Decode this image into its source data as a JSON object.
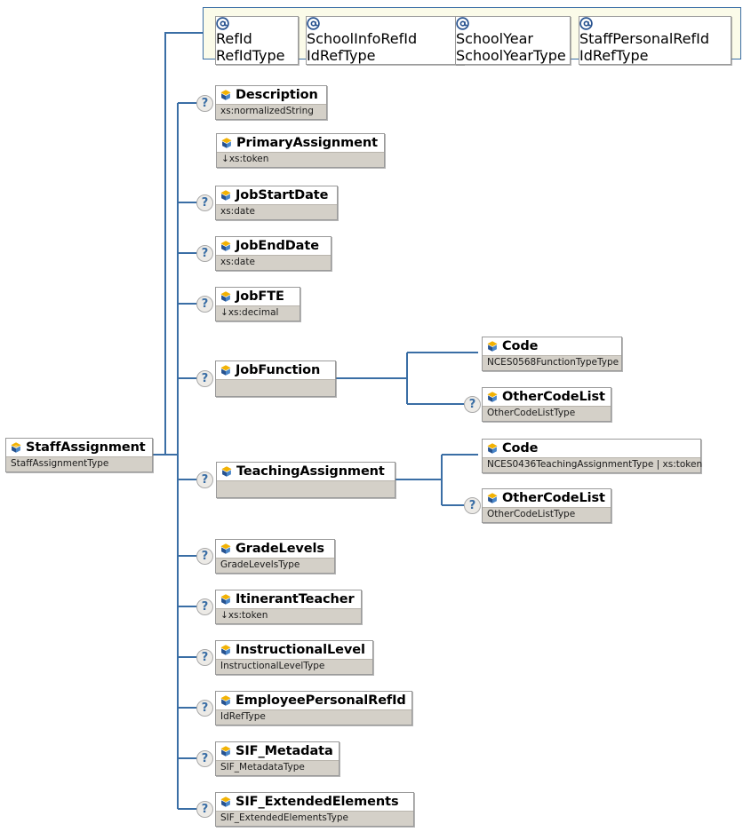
{
  "diagram": {
    "title": "StaffAssignment",
    "kind": "xml-schema-tree",
    "colors": {
      "connector": "#3a6ea5",
      "type_row": "#d4d0c8",
      "attr_container_bg": "#fbfbe9",
      "attr_container_border": "#3a6ea5",
      "optional_marker": "#3a6ea5"
    }
  },
  "root": {
    "name": "StaffAssignment",
    "type": "StaffAssignmentType",
    "icon": "element-icon",
    "optional": false
  },
  "attributes": {
    "container_name": "attribute-group",
    "items": [
      {
        "name": "RefId",
        "type": "RefIdType",
        "icon": "attribute-icon"
      },
      {
        "name": "SchoolInfoRefId",
        "type": "IdRefType",
        "icon": "attribute-icon"
      },
      {
        "name": "SchoolYear",
        "type": "SchoolYearType",
        "icon": "attribute-icon"
      },
      {
        "name": "StaffPersonalRefId",
        "type": "IdRefType",
        "icon": "attribute-icon"
      }
    ]
  },
  "elements": [
    {
      "name": "Description",
      "type": "xs:normalizedString",
      "icon": "element-icon",
      "optional": true,
      "restricted": false
    },
    {
      "name": "PrimaryAssignment",
      "type": "xs:token",
      "icon": "element-icon",
      "optional": false,
      "restricted": true
    },
    {
      "name": "JobStartDate",
      "type": "xs:date",
      "icon": "element-icon",
      "optional": true,
      "restricted": false
    },
    {
      "name": "JobEndDate",
      "type": "xs:date",
      "icon": "element-icon",
      "optional": true,
      "restricted": false
    },
    {
      "name": "JobFTE",
      "type": "xs:decimal",
      "icon": "element-icon",
      "optional": true,
      "restricted": true
    },
    {
      "name": "JobFunction",
      "type": "",
      "icon": "element-icon",
      "optional": true,
      "restricted": false
    },
    {
      "name": "TeachingAssignment",
      "type": "",
      "icon": "element-icon",
      "optional": true,
      "restricted": false
    },
    {
      "name": "GradeLevels",
      "type": "GradeLevelsType",
      "icon": "element-icon",
      "optional": true,
      "restricted": false
    },
    {
      "name": "ItinerantTeacher",
      "type": "xs:token",
      "icon": "element-icon",
      "optional": true,
      "restricted": true
    },
    {
      "name": "InstructionalLevel",
      "type": "InstructionalLevelType",
      "icon": "element-icon",
      "optional": true,
      "restricted": false
    },
    {
      "name": "EmployeePersonalRefId",
      "type": "IdRefType",
      "icon": "element-icon",
      "optional": true,
      "restricted": false
    },
    {
      "name": "SIF_Metadata",
      "type": "SIF_MetadataType",
      "icon": "element-icon",
      "optional": true,
      "restricted": false
    },
    {
      "name": "SIF_ExtendedElements",
      "type": "SIF_ExtendedElementsType",
      "icon": "element-icon",
      "optional": true,
      "restricted": false
    }
  ],
  "job_function_children": [
    {
      "name": "Code",
      "type": "NCES0568FunctionTypeType",
      "icon": "element-icon",
      "optional": false,
      "restricted": false
    },
    {
      "name": "OtherCodeList",
      "type": "OtherCodeListType",
      "icon": "element-icon",
      "optional": true,
      "restricted": false
    }
  ],
  "teaching_assignment_children": [
    {
      "name": "Code",
      "type": "NCES0436TeachingAssignmentType | xs:token",
      "icon": "element-icon",
      "optional": false,
      "restricted": false
    },
    {
      "name": "OtherCodeList",
      "type": "OtherCodeListType",
      "icon": "element-icon",
      "optional": true,
      "restricted": false
    }
  ],
  "markers": {
    "optional_glyph": "?",
    "restriction_glyph": "↓"
  }
}
